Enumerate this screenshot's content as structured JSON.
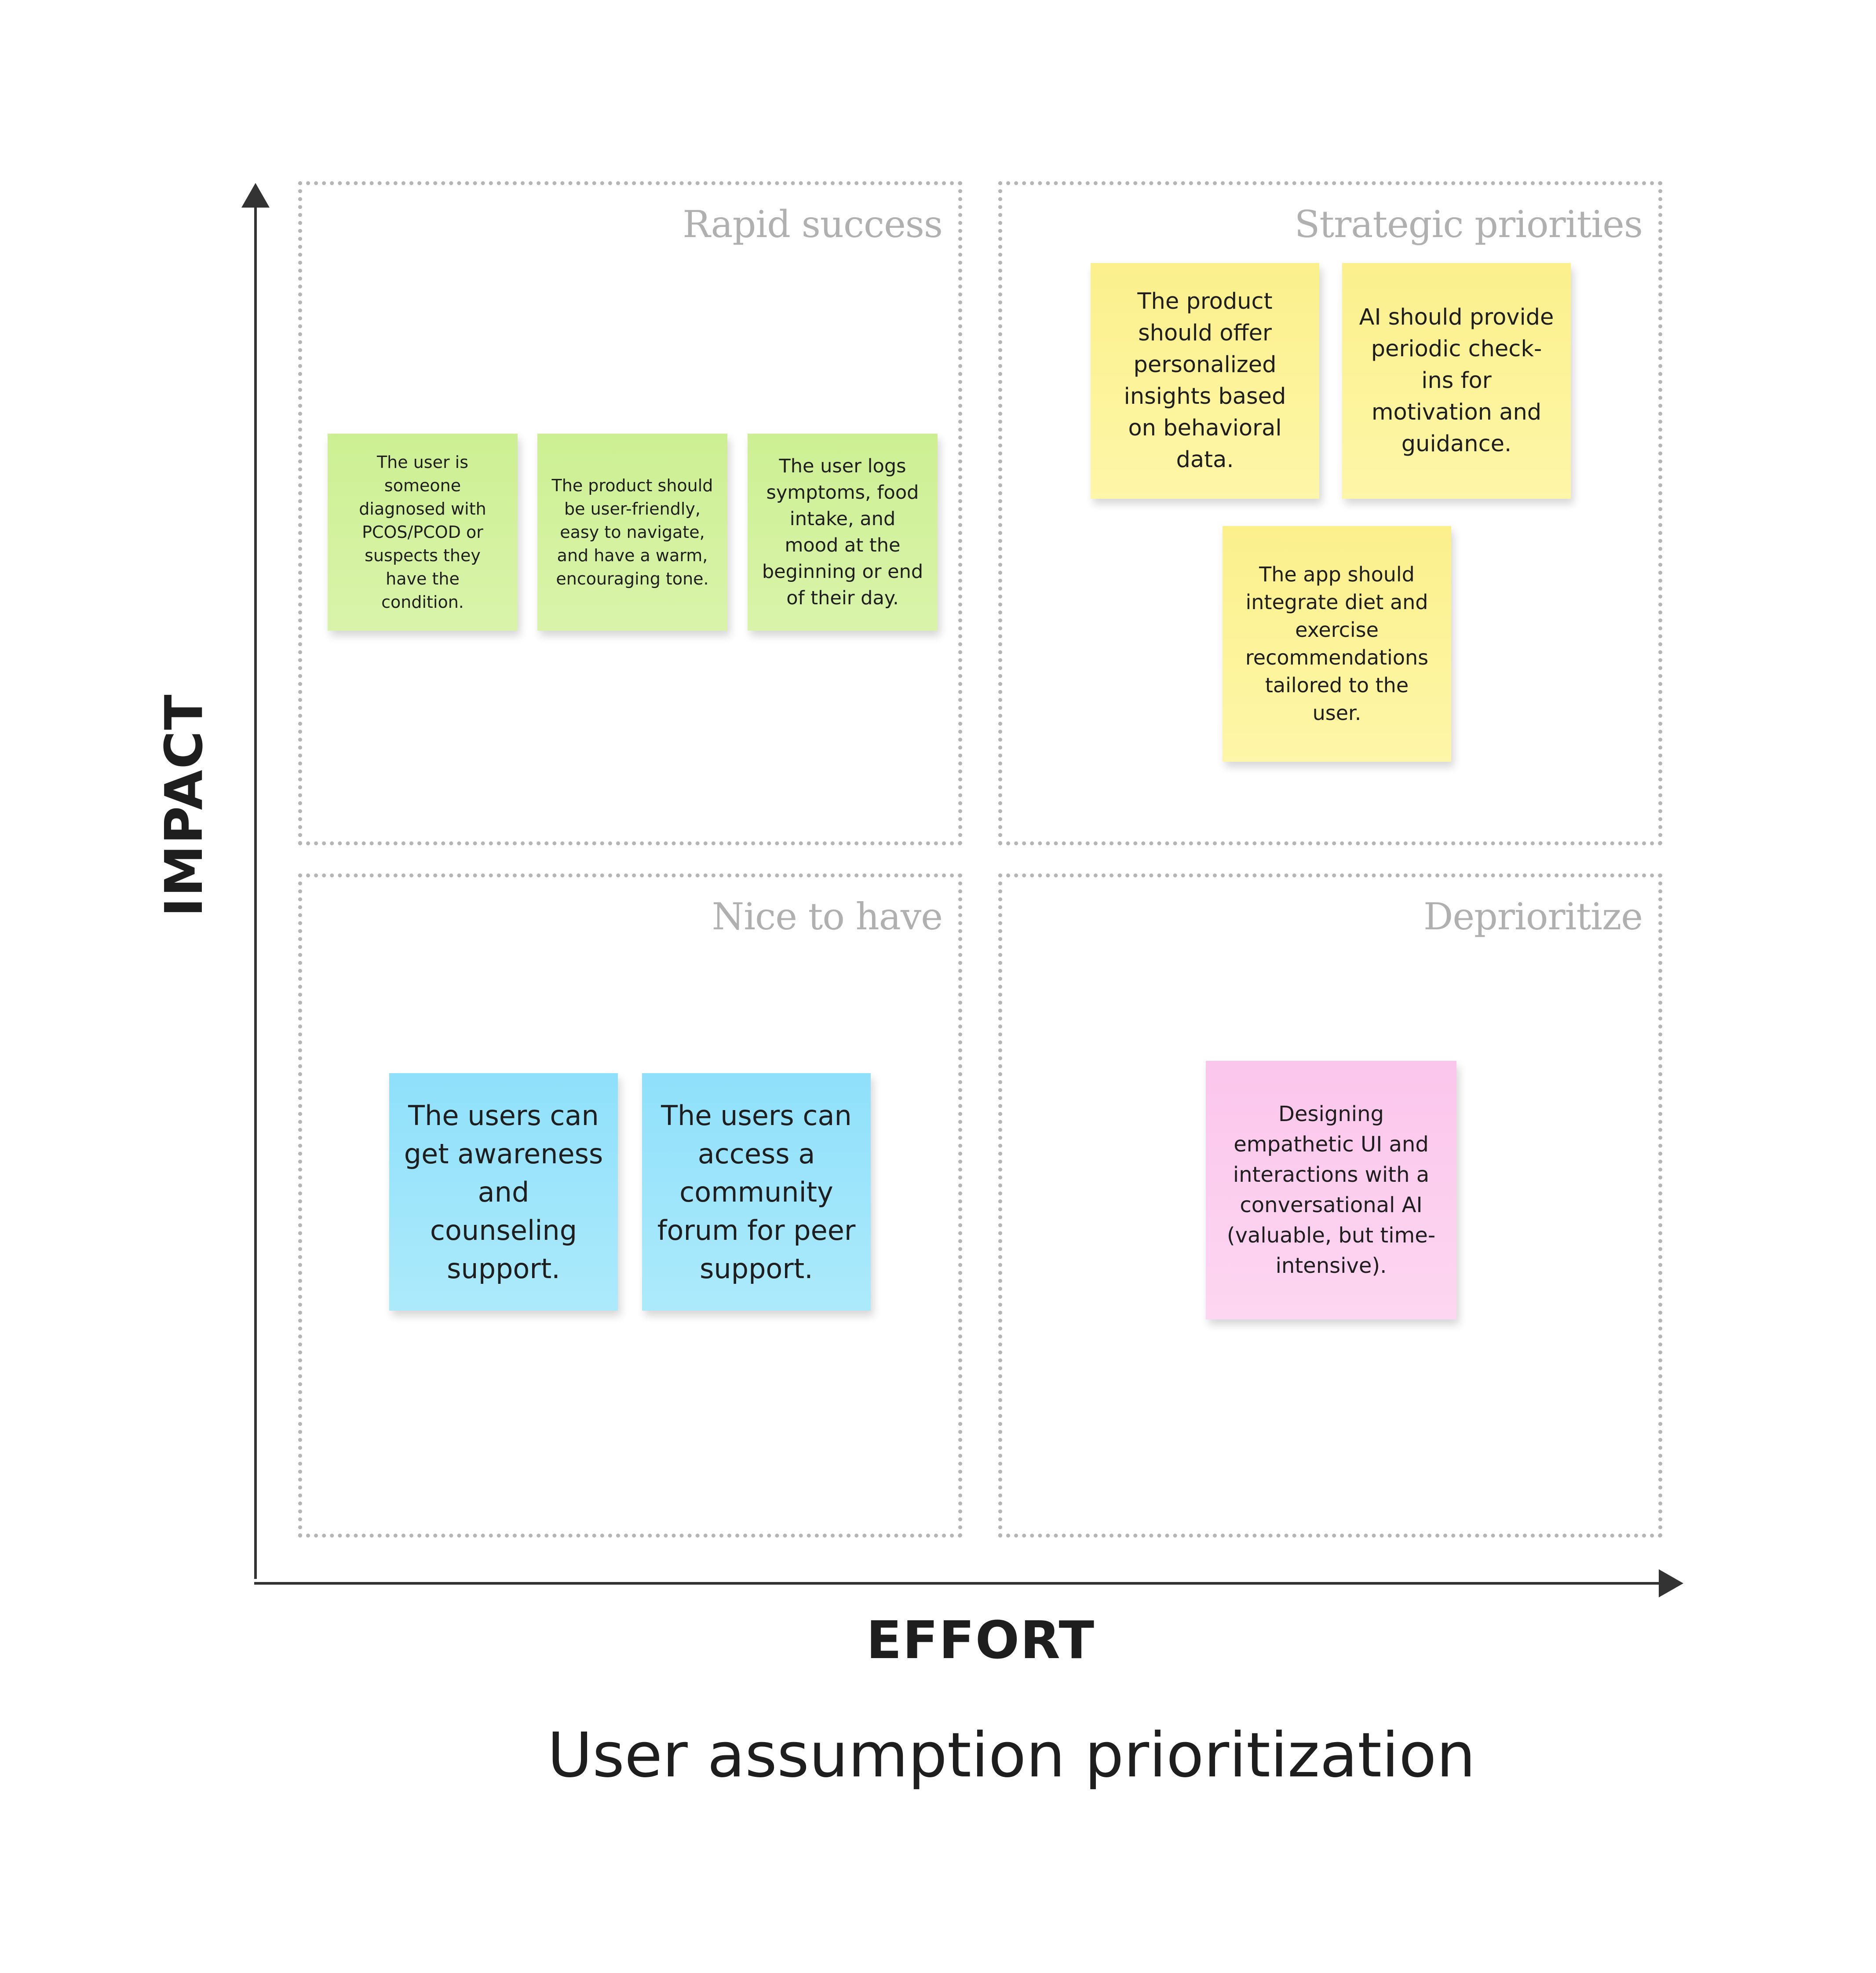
{
  "title": "User assumption prioritization",
  "axes": {
    "y_label": "IMPACT",
    "x_label": "EFFORT"
  },
  "quadrants": {
    "top_left": {
      "title": "Rapid success",
      "notes": [
        "The user is someone diagnosed with PCOS/PCOD or suspects they have the condition.",
        "The product should be user-friendly, easy to navigate, and have a warm, encouraging tone.",
        "The user logs symptoms, food intake, and mood at the beginning or end of their day."
      ]
    },
    "top_right": {
      "title": "Strategic priorities",
      "notes": [
        "The product should offer personalized insights based on behavioral data.",
        "AI should provide periodic check-ins for motivation and guidance.",
        "The app should integrate diet and exercise recommendations tailored to the user."
      ]
    },
    "bottom_left": {
      "title": "Nice to have",
      "notes": [
        "The users can get awareness and counseling support.",
        "The users can access a community forum for peer support."
      ]
    },
    "bottom_right": {
      "title": "Deprioritize",
      "notes": [
        "Designing empathetic UI and interactions with a conversational AI (valuable, but time-intensive)."
      ]
    }
  },
  "note_colors": {
    "top_left": "#d4f29f",
    "top_right": "#fdf39a",
    "bottom_left": "#9de5fb",
    "bottom_right": "#fccff0"
  }
}
